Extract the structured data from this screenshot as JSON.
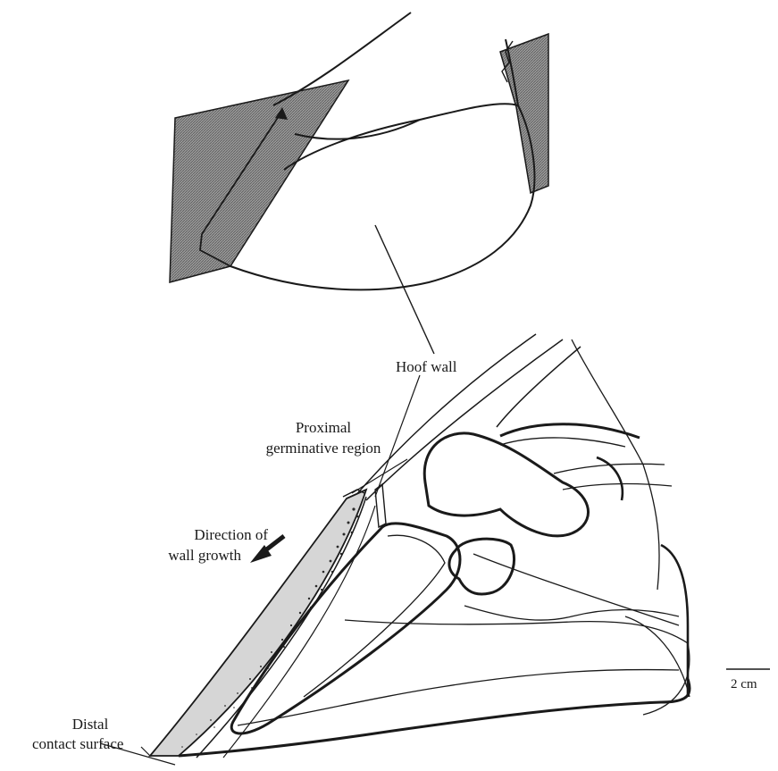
{
  "labels": {
    "hoof_wall": "Hoof wall",
    "proximal_line1": "Proximal",
    "proximal_line2": "germinative region",
    "direction_line1": "Direction of",
    "direction_line2": "wall growth",
    "distal_line1": "Distal",
    "distal_line2": "contact surface"
  },
  "scale_bar": {
    "label": "2 cm"
  },
  "colors": {
    "ink": "#1a1a1a",
    "plane_fill": "#8a8a8a",
    "stipple": "#2a2a2a"
  }
}
